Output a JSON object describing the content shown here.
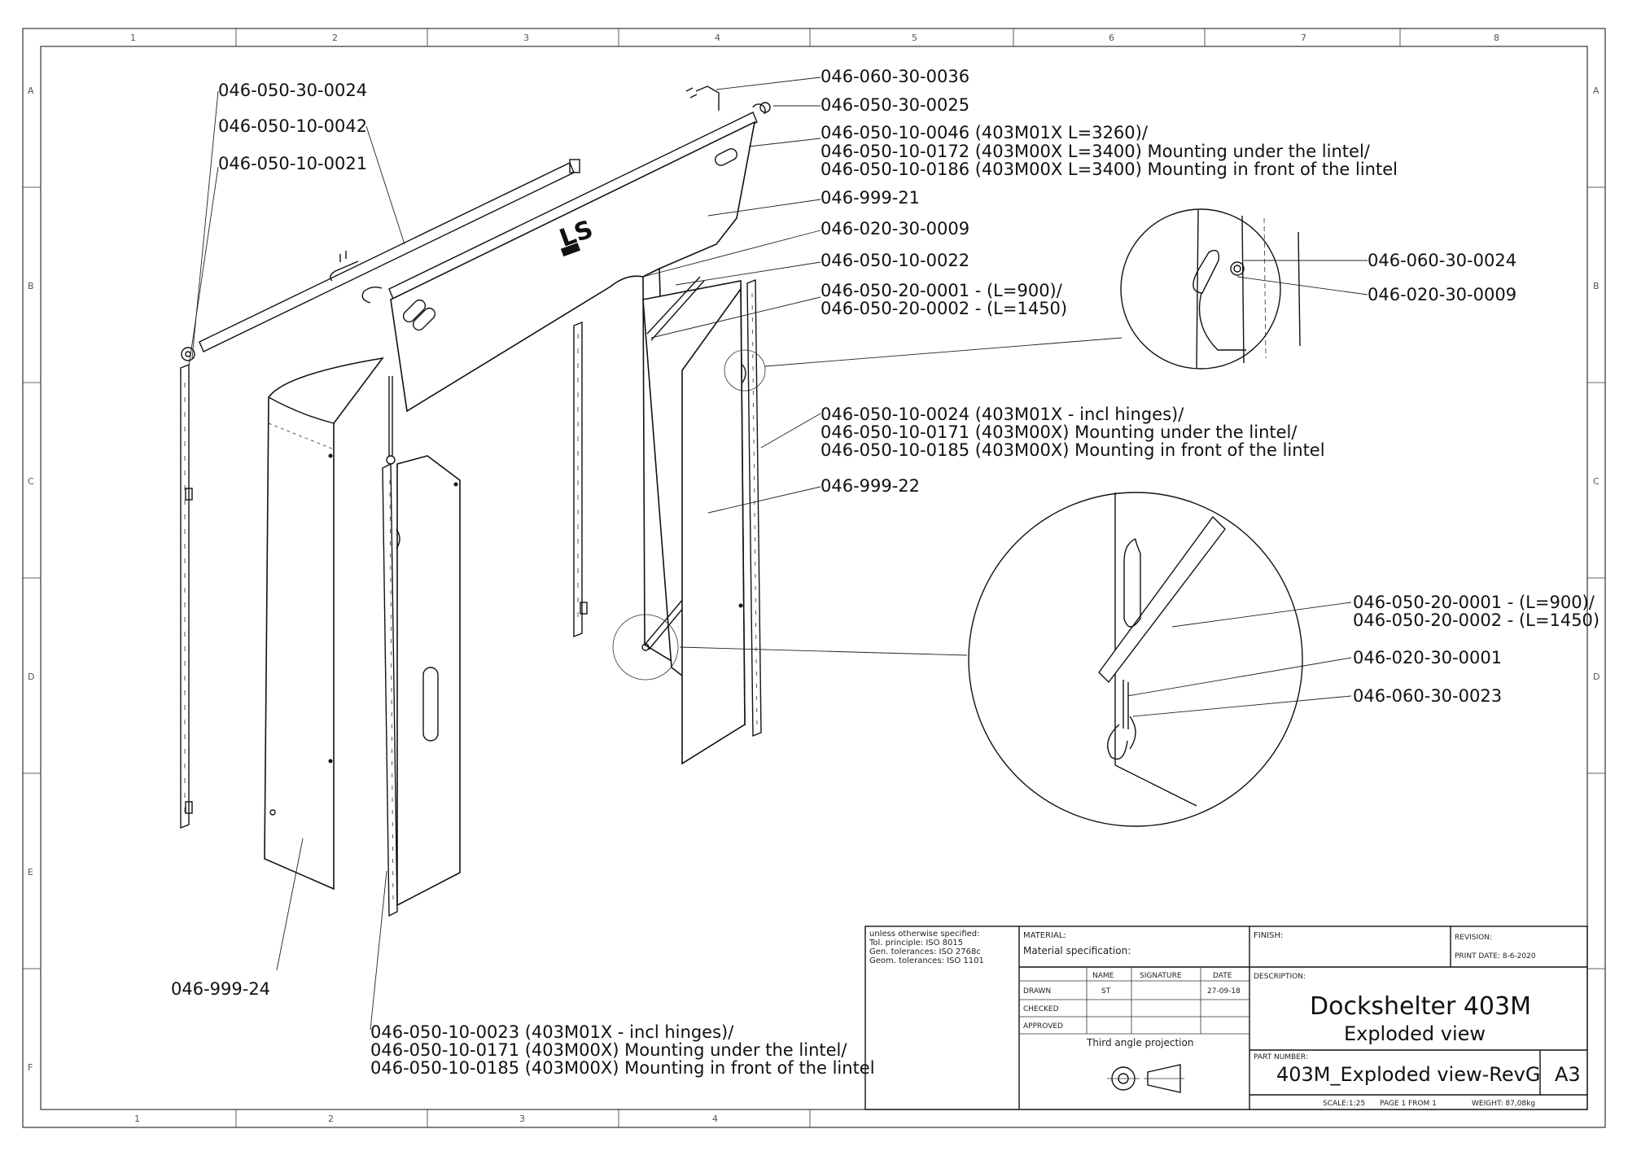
{
  "zones": {
    "columns_top": [
      "1",
      "2",
      "3",
      "4",
      "5",
      "6",
      "7",
      "8"
    ],
    "columns_bottom": [
      "1",
      "2",
      "3",
      "4"
    ],
    "rows": [
      "A",
      "B",
      "C",
      "D",
      "E",
      "F"
    ]
  },
  "labels": {
    "l01": "046-050-30-0024",
    "l02": "046-050-10-0042",
    "l03": "046-050-10-0021",
    "l04": "046-060-30-0036",
    "l05": "046-050-30-0025",
    "l06a": "046-050-10-0046 (403M01X L=3260)/",
    "l06b": "046-050-10-0172 (403M00X L=3400) Mounting under the lintel/",
    "l06c": "046-050-10-0186 (403M00X L=3400) Mounting in front of the lintel",
    "l07": "046-999-21",
    "l08": "046-020-30-0009",
    "l09": "046-050-10-0022",
    "l10a": "046-050-20-0001 - (L=900)/",
    "l10b": "046-050-20-0002 - (L=1450)",
    "l11a": "046-050-10-0024 (403M01X - incl hinges)/",
    "l11b": "046-050-10-0171 (403M00X) Mounting under the lintel/",
    "l11c": "046-050-10-0185 (403M00X) Mounting in front of the lintel",
    "l12": "046-999-22",
    "l13": "046-999-24",
    "l14a": "046-050-10-0023 (403M01X - incl hinges)/",
    "l14b": "046-050-10-0171 (403M00X) Mounting under the lintel/",
    "l14c": "046-050-10-0185 (403M00X) Mounting in front of the lintel",
    "d1a": "046-060-30-0024",
    "d1b": "046-020-30-0009",
    "d2a": "046-050-20-0001 - (L=900)/",
    "d2b": "046-050-20-0002 - (L=1450)",
    "d2c": "046-020-30-0001",
    "d2d": "046-060-30-0023"
  },
  "title_block": {
    "tol1": "unless otherwise specified:",
    "tol2": "Tol. principle: ISO 8015",
    "tol3": "Gen. tolerances: ISO 2768c",
    "tol4": "Geom. tolerances: ISO 1101",
    "material_label": "MATERIAL:",
    "material_spec": "Material specification:",
    "finish_label": "FINISH:",
    "revision_label": "REVISION:",
    "print_date": "PRINT DATE: 8-6-2020",
    "col_name": "NAME",
    "col_signature": "SIGNATURE",
    "col_date": "DATE",
    "row_drawn": "DRAWN",
    "row_checked": "CHECKED",
    "row_approved": "APPROVED",
    "drawn_name": "ST",
    "drawn_date": "27-09-18",
    "projection": "Third angle projection",
    "description_label": "DESCRIPTION:",
    "title": "Dockshelter 403M",
    "subtitle": "Exploded view",
    "part_number_label": "PART NUMBER:",
    "part_number": "403M_Exploded view-RevG",
    "sheet_size": "A3",
    "scale": "SCALE:1:25",
    "page": "PAGE 1 FROM 1",
    "weight": "WEIGHT: 87,08kg"
  }
}
